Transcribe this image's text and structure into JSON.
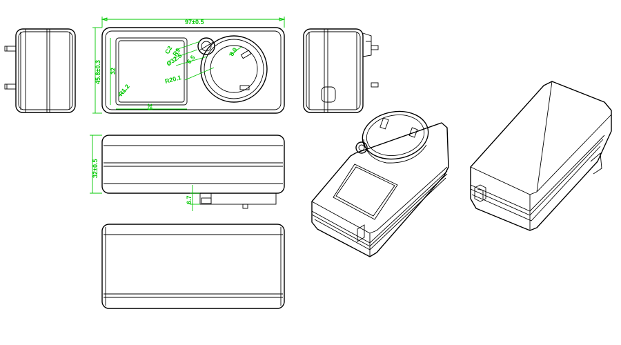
{
  "colors": {
    "outline": "#000000",
    "dimension": "#00c800",
    "background": "#ffffff"
  },
  "dimensions": {
    "length": "97±0.5",
    "width": "45.8±0.3",
    "height": "32±0.5",
    "pin_offset": "6.7",
    "window_height": "32",
    "window_width": "35",
    "window_radius": "R1.2",
    "socket_diameter": "Ø32.5",
    "c2": "C2",
    "lock_radius": "R9",
    "slot_width": "6.5",
    "side_dim": "8.9",
    "socket_radius": "R20.1"
  }
}
